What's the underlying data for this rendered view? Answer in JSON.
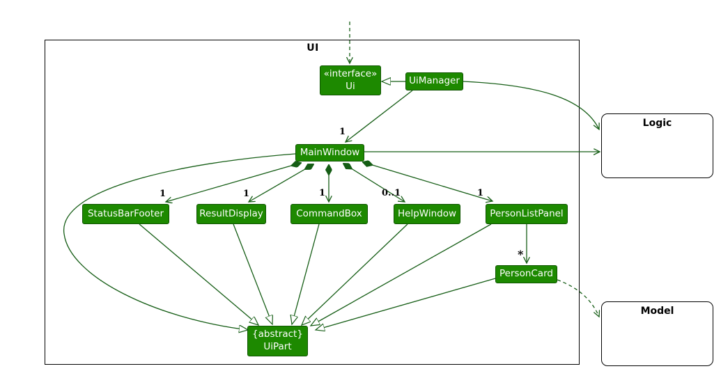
{
  "diagram": {
    "frame_label": "UI",
    "classes": {
      "interface_ui": {
        "stereotype": "«interface»",
        "name": "Ui"
      },
      "uimanager": {
        "name": "UiManager"
      },
      "mainwindow": {
        "name": "MainWindow"
      },
      "statusbarfooter": {
        "name": "StatusBarFooter"
      },
      "resultdisplay": {
        "name": "ResultDisplay"
      },
      "commandbox": {
        "name": "CommandBox"
      },
      "helpwindow": {
        "name": "HelpWindow"
      },
      "personlistpanel": {
        "name": "PersonListPanel"
      },
      "personcard": {
        "name": "PersonCard"
      },
      "uipart": {
        "modifier": "{abstract}",
        "name": "UiPart"
      }
    },
    "external_boxes": {
      "logic": {
        "label": "Logic"
      },
      "model": {
        "label": "Model"
      }
    },
    "multiplicities": {
      "uimanager_mainwindow": "1",
      "statusbarfooter": "1",
      "resultdisplay": "1",
      "commandbox": "1",
      "helpwindow": "0..1",
      "personlistpanel": "1",
      "personcard": "*"
    },
    "colors": {
      "class_fill": "#1d8900",
      "class_border": "#0e5400",
      "edge": "#155d15",
      "external_border": "#000000"
    }
  }
}
